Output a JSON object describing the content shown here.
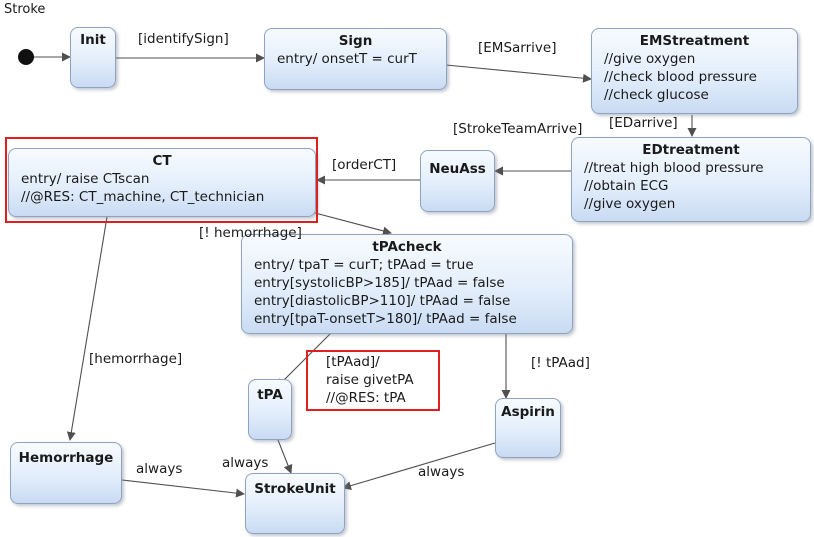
{
  "diagram": {
    "title": "Stroke"
  },
  "states": {
    "init": {
      "name": "Init"
    },
    "sign": {
      "name": "Sign",
      "body": [
        "entry/ onsetT = curT"
      ]
    },
    "emstreatment": {
      "name": "EMStreatment",
      "body": [
        "//give oxygen",
        "//check blood pressure",
        "//check glucose"
      ]
    },
    "edtreatment": {
      "name": "EDtreatment",
      "body": [
        "//treat high blood pressure",
        "//obtain ECG",
        "//give oxygen"
      ]
    },
    "neuass": {
      "name": "NeuAss"
    },
    "ct": {
      "name": "CT",
      "body": [
        "entry/ raise CTscan",
        "//@RES: CT_machine, CT_technician"
      ]
    },
    "tpacheck": {
      "name": "tPAcheck",
      "body": [
        "entry/ tpaT = curT; tPAad = true",
        "entry[systolicBP>185]/ tPAad = false",
        "entry[diastolicBP>110]/ tPAad = false",
        "entry[tpaT-onsetT>180]/ tPAad = false"
      ]
    },
    "tpa": {
      "name": "tPA"
    },
    "aspirin": {
      "name": "Aspirin"
    },
    "hemorrhage": {
      "name": "Hemorrhage"
    },
    "strokeunit": {
      "name": "StrokeUnit"
    }
  },
  "transitions": {
    "init_sign": "[identifySign]",
    "sign_ems": "[EMSarrive]",
    "ems_ed": "[EDarrive]",
    "ed_neuass": "[StrokeTeamArrive]",
    "neuass_ct": "[orderCT]",
    "ct_tpacheck": "[! hemorrhage]",
    "ct_hemorrhage": "[hemorrhage]",
    "tpacheck_tpa": [
      "[tPAad]/",
      "raise givetPA",
      "//@RES: tPA"
    ],
    "tpacheck_aspirin": "[! tPAad]",
    "hemorrhage_strokeunit": "always",
    "tpa_strokeunit": "always",
    "aspirin_strokeunit": "always"
  },
  "colors": {
    "highlight": "#e02020",
    "edge": "#505050",
    "state_border": "#8fa3c0"
  }
}
